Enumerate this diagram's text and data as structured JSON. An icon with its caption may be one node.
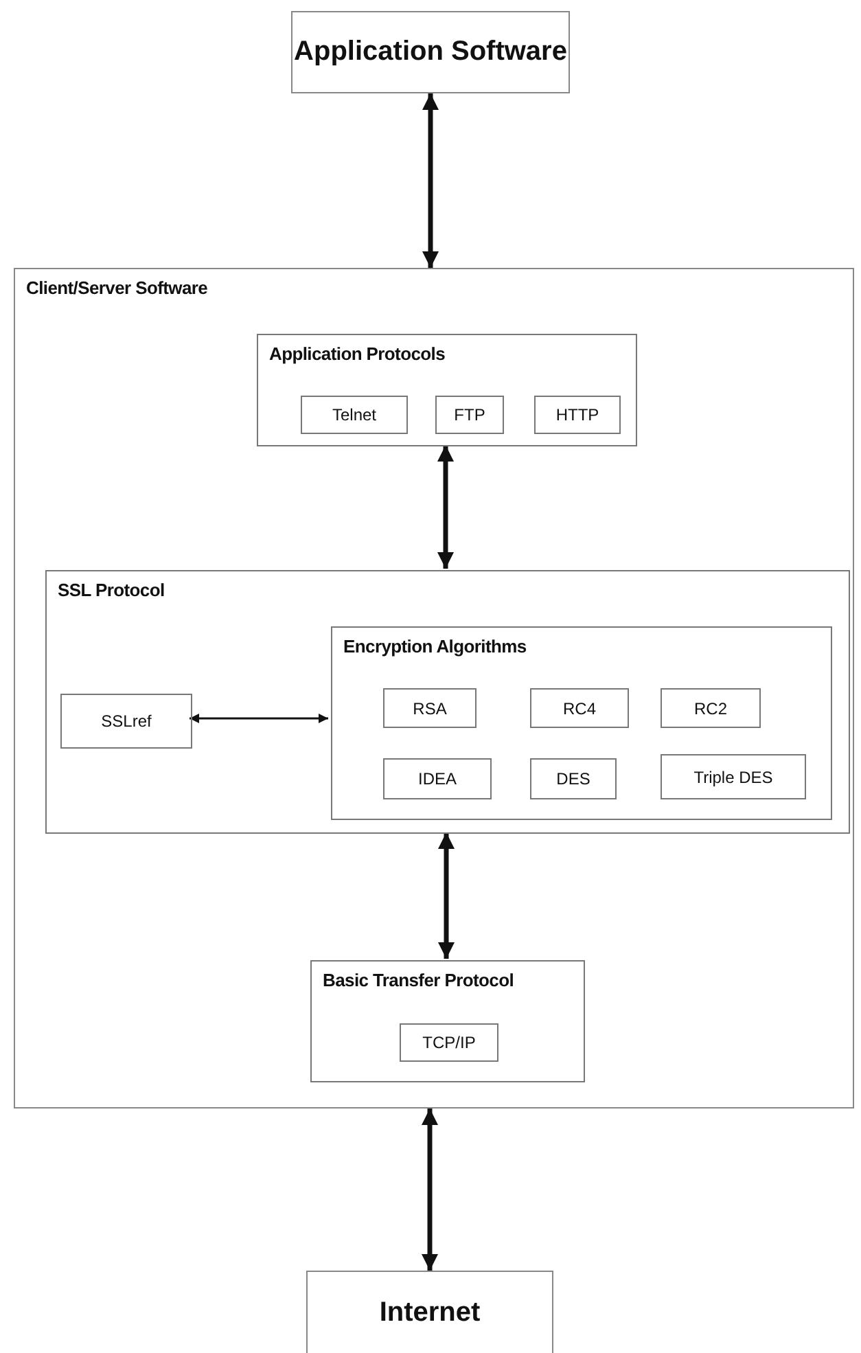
{
  "diagram": {
    "nodes": [
      {
        "text": [
          "Application Software"
        ]
      },
      {
        "text": [
          "Client/Server Software"
        ]
      },
      {
        "text": [
          "Application Protocols"
        ],
        "in": 1
      },
      {
        "text": [
          "Telnet"
        ],
        "in": 2
      },
      {
        "text": [
          "FTP"
        ],
        "in": 2
      },
      {
        "text": [
          "HTTP"
        ],
        "in": 2
      },
      {
        "text": [
          "SSL Protocol"
        ],
        "in": 1
      },
      {
        "text": [
          "SSLref"
        ],
        "in": 6
      },
      {
        "text": [
          "Encryption Algorithms"
        ],
        "in": 6
      },
      {
        "text": [
          "RSA"
        ],
        "in": 8
      },
      {
        "text": [
          "RC4"
        ],
        "in": 8
      },
      {
        "text": [
          "RC2"
        ],
        "in": 8
      },
      {
        "text": [
          "IDEA"
        ],
        "in": 8
      },
      {
        "text": [
          "DES"
        ],
        "in": 8
      },
      {
        "text": [
          "Triple DES"
        ],
        "in": 8
      },
      {
        "text": [
          "Basic Transfer Protocol"
        ],
        "in": 1
      },
      {
        "text": [
          "TCP/IP"
        ],
        "in": 15
      },
      {
        "text": [
          "Internet"
        ]
      }
    ],
    "edges": [
      {
        "from": 0,
        "to": 1,
        "arrow": "both"
      },
      {
        "from": 2,
        "to": 6,
        "arrow": "both"
      },
      {
        "from": 7,
        "to": 8,
        "arrow": "both"
      },
      {
        "from": 6,
        "to": 15,
        "arrow": "both"
      },
      {
        "from": 1,
        "to": 17,
        "arrow": "both"
      }
    ]
  }
}
